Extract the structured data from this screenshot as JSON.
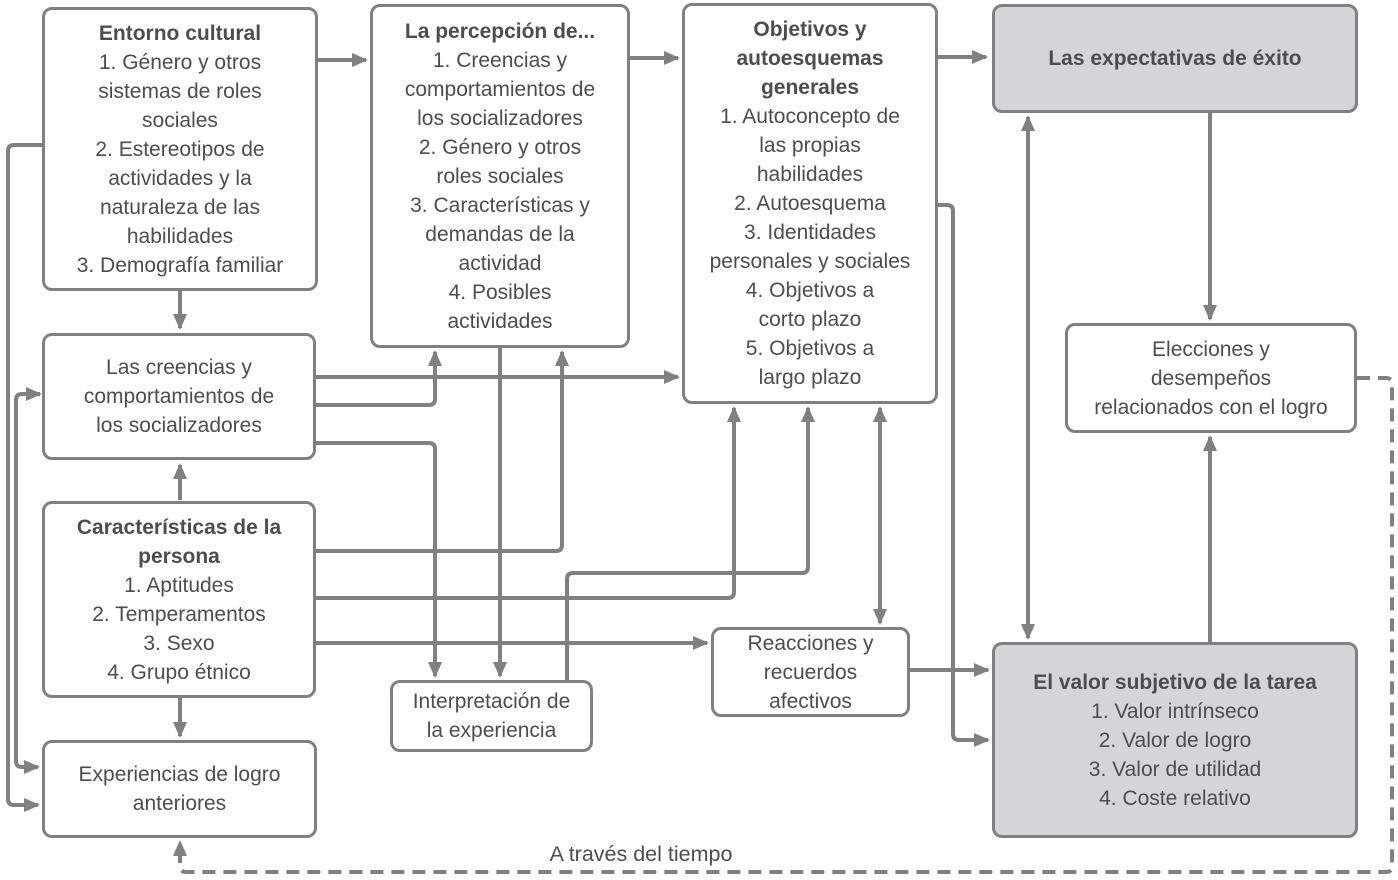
{
  "labels": {
    "through_time": "A través del tiempo"
  },
  "colors": {
    "connector": "#808080",
    "box_border": "#808080",
    "box_fill_white": "#ffffff",
    "box_fill_gray": "#d5d5d7",
    "text": "#4d4d4f"
  },
  "boxes": {
    "entorno": {
      "title": "Entorno cultural",
      "body": "1. Género y otros\nsistemas de roles\nsociales\n2. Estereotipos de\nactividades y la\nnaturaleza de las\nhabilidades\n3. Demografía familiar"
    },
    "percepcion": {
      "title": "La percepción de...",
      "body": "1. Creencias y\ncomportamientos de\nlos socializadores\n2. Género y otros\nroles sociales\n3. Características y\ndemandas de la\nactividad\n4. Posibles\nactividades"
    },
    "objetivos": {
      "title": "Objetivos y\nautoesquemas\ngenerales",
      "body": "1. Autoconcepto de\nlas propias\nhabilidades\n2. Autoesquema\n3. Identidades\npersonales y sociales\n4. Objetivos a\ncorto plazo\n5. Objetivos a\nlargo plazo"
    },
    "expectativas": {
      "title": "Las expectativas de éxito",
      "body": ""
    },
    "creencias": {
      "title": "",
      "body": "Las creencias y\ncomportamientos de\nlos socializadores"
    },
    "caracteristicas": {
      "title": "Características de la\npersona",
      "body": "1. Aptitudes\n2. Temperamentos\n3. Sexo\n4. Grupo étnico"
    },
    "interpretacion": {
      "title": "",
      "body": "Interpretación de\nla experiencia"
    },
    "reacciones": {
      "title": "",
      "body": "Reacciones y\nrecuerdos\nafectivos"
    },
    "elecciones": {
      "title": "",
      "body": "Elecciones y\ndesempeños\nrelacionados con el logro"
    },
    "valor": {
      "title": "El valor subjetivo de la tarea",
      "body": "1. Valor intrínseco\n2. Valor de logro\n3. Valor de utilidad\n4. Coste relativo"
    },
    "experiencias": {
      "title": "",
      "body": "Experiencias de logro\nanteriores"
    }
  },
  "edges": [
    {
      "from": "entorno",
      "to": "percepcion",
      "style": "solid",
      "bidirectional": false
    },
    {
      "from": "percepcion",
      "to": "objetivos",
      "style": "solid",
      "bidirectional": false
    },
    {
      "from": "objetivos",
      "to": "expectativas",
      "style": "solid",
      "bidirectional": false
    },
    {
      "from": "entorno",
      "to": "creencias",
      "style": "solid",
      "bidirectional": false
    },
    {
      "from": "caracteristicas",
      "to": "creencias",
      "style": "solid",
      "bidirectional": false
    },
    {
      "from": "entorno",
      "to": "experiencias",
      "style": "solid",
      "bidirectional": false
    },
    {
      "from": "creencias",
      "to": "experiencias",
      "style": "solid",
      "bidirectional": true
    },
    {
      "from": "creencias",
      "to": "objetivos",
      "style": "solid",
      "bidirectional": false
    },
    {
      "from": "creencias",
      "to": "percepcion",
      "style": "solid",
      "bidirectional": false
    },
    {
      "from": "creencias",
      "to": "interpretacion",
      "style": "solid",
      "bidirectional": false
    },
    {
      "from": "percepcion",
      "to": "interpretacion",
      "style": "solid",
      "bidirectional": false
    },
    {
      "from": "caracteristicas",
      "to": "percepcion",
      "style": "solid",
      "bidirectional": false
    },
    {
      "from": "interpretacion",
      "to": "objetivos",
      "style": "solid",
      "bidirectional": false
    },
    {
      "from": "caracteristicas",
      "to": "objetivos",
      "style": "solid",
      "bidirectional": false
    },
    {
      "from": "caracteristicas",
      "to": "reacciones",
      "style": "solid",
      "bidirectional": false
    },
    {
      "from": "caracteristicas",
      "to": "experiencias",
      "style": "solid",
      "bidirectional": false
    },
    {
      "from": "objetivos",
      "to": "reacciones",
      "style": "solid",
      "bidirectional": true
    },
    {
      "from": "objetivos",
      "to": "valor",
      "style": "solid",
      "bidirectional": false
    },
    {
      "from": "reacciones",
      "to": "valor",
      "style": "solid",
      "bidirectional": false
    },
    {
      "from": "expectativas",
      "to": "valor",
      "style": "solid",
      "bidirectional": true
    },
    {
      "from": "expectativas",
      "to": "elecciones",
      "style": "solid",
      "bidirectional": false
    },
    {
      "from": "valor",
      "to": "elecciones",
      "style": "solid",
      "bidirectional": false
    },
    {
      "from": "elecciones",
      "to": "experiencias",
      "style": "dashed",
      "bidirectional": false
    }
  ]
}
